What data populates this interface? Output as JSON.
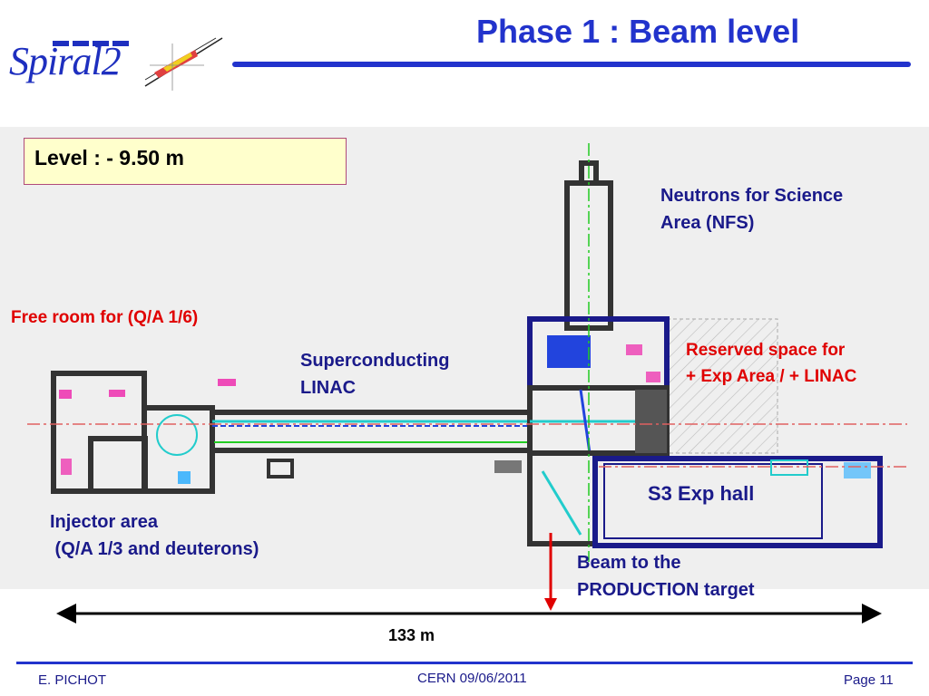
{
  "header": {
    "logo_text": "Spiral2",
    "title": "Phase 1 : Beam level"
  },
  "level_box": {
    "text": "Level : - 9.50 m"
  },
  "labels": {
    "nfs_line1": "Neutrons for Science",
    "nfs_line2": "Area (NFS)",
    "free_room": "Free room for (Q/A 1/6)",
    "linac_line1": "Superconducting",
    "linac_line2": "LINAC",
    "reserved_line1": "Reserved space for",
    "reserved_line2": "+ Exp Area / + LINAC",
    "s3_hall": "S3 Exp hall",
    "injector_line1": "Injector area",
    "injector_line2": " (Q/A 1/3 and deuterons)",
    "beam_line1": "Beam to the",
    "beam_line2": "PRODUCTION target"
  },
  "dimension": {
    "label": "133 m"
  },
  "footer": {
    "author": "E. PICHOT",
    "center": "CERN 09/06/2011",
    "page": "Page 11"
  },
  "colors": {
    "title_blue": "#2233cc",
    "wall_dark": "#333333",
    "beam_cyan": "#22cccc",
    "beam_blue": "#2244dd",
    "accent_red": "#e00000",
    "axis_green": "#22cc22",
    "annotation_magenta": "#ee22aa"
  }
}
